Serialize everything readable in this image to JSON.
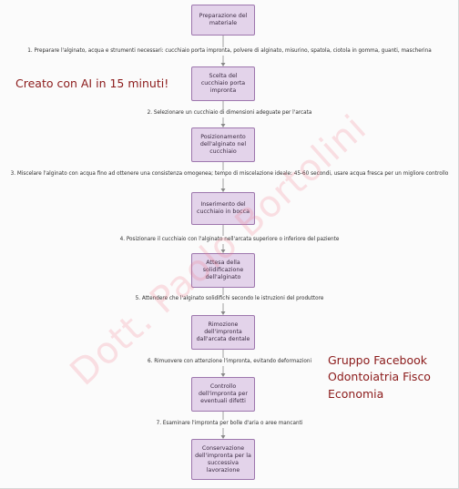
{
  "colors": {
    "node_fill": "#e3d3ea",
    "node_border": "#9d76ad",
    "arrow": "#8a8a8a",
    "annotation": "#8b1a1a",
    "watermark": "#f07887"
  },
  "nodes": [
    "Preparazione del materiale",
    "Scelta del cucchiaio porta impronta",
    "Posizionamento dell'alginato nel cucchiaio",
    "Inserimento del cucchiaio in bocca",
    "Attesa della solidificazione dell'alginato",
    "Rimozione dell'impronta dall'arcata dentale",
    "Controllo dell'impronta per eventuali difetti",
    "Conservazione dell'impronta per la successiva lavorazione"
  ],
  "edges": [
    "1. Preparare l'alginato, acqua e strumenti necessari: cucchiaio porta impronta, polvere di alginato, misurino, spatola, ciotola in gomma, guanti, mascherina",
    "2. Selezionare un cucchiaio di dimensioni adeguate per l'arcata",
    "3. Miscelare l'alginato con acqua fino ad ottenere una consistenza omogenea; tempo di miscelazione ideale: 45-60 secondi, usare acqua fresca per un migliore controllo",
    "4. Posizionare il cucchiaio con l'alginato nell'arcata superiore o inferiore del paziente",
    "5. Attendere che l'alginato solidifichi secondo le istruzioni del produttore",
    "6. Rimuovere con attenzione l'impronta, evitando deformazioni",
    "7. Esaminare l'impronta per bolle d'aria o aree mancanti"
  ],
  "annotations": {
    "left": "Creato con AI in 15 minuti!",
    "right": [
      "Gruppo Facebook",
      "Odontoiatria Fisco",
      "Economia"
    ]
  },
  "watermark": "Dott. Paolo Bortolini"
}
